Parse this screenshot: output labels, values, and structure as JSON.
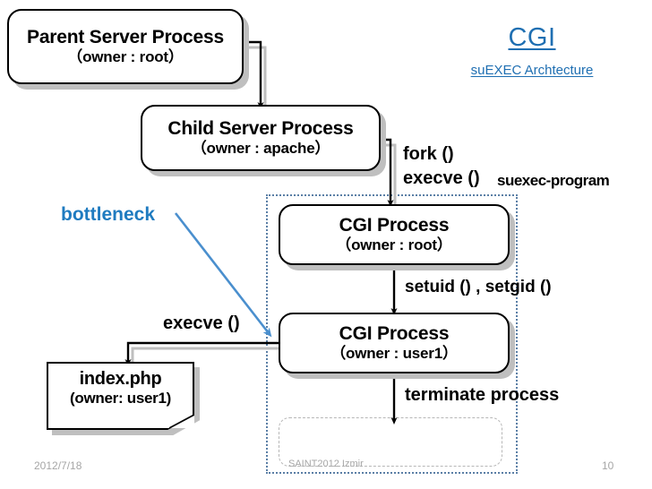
{
  "slide": {
    "title": "CGI",
    "subtitle": "suEXEC Archtecture",
    "title_color": "#1f6fb2"
  },
  "boxes": {
    "parent_server": {
      "line1": "Parent Server Process",
      "line2": "（owner : root）"
    },
    "child_server": {
      "line1": "Child Server Process",
      "line2": "（owner : apache）"
    },
    "cgi_root": {
      "line1": "CGI Process",
      "line2": "（owner : root）"
    },
    "cgi_user": {
      "line1": "CGI Process",
      "line2": "（owner : user1）"
    },
    "index_php": {
      "line1": "index.php",
      "line2": "(owner: user1)"
    }
  },
  "labels": {
    "fork": "fork ()",
    "execve_top": "execve ()",
    "suexec_program": "suexec-program",
    "setuid_setgid": "setuid () , setgid ()",
    "execve_bottom": "execve ()",
    "terminate": "terminate process",
    "bottleneck": "bottleneck",
    "bottleneck_color": "#1f7bc0"
  },
  "footer": {
    "date": "2012/7/18",
    "conference": "SAINT2012 Izmir",
    "page_number": "10"
  }
}
